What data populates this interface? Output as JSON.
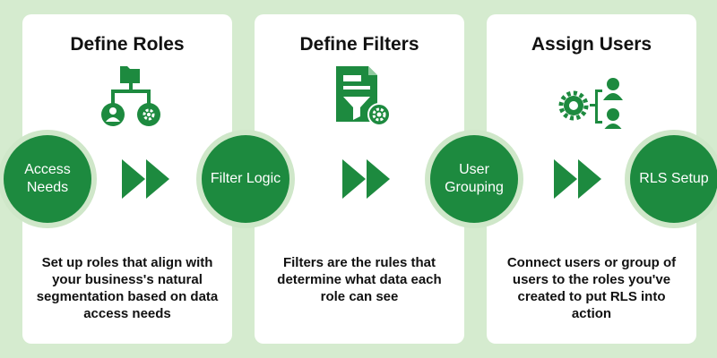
{
  "colors": {
    "background": "#d5ebcf",
    "card": "#ffffff",
    "accent": "#1d8a3f",
    "text": "#111111"
  },
  "stages": [
    {
      "title": "Define Roles",
      "icon": "roles-hierarchy-icon",
      "description": "Set up roles that align with your business's natural segmentation based on data access needs"
    },
    {
      "title": "Define Filters",
      "icon": "document-filter-icon",
      "description": "Filters are the rules that determine what data each role can see"
    },
    {
      "title": "Assign Users",
      "icon": "gear-users-icon",
      "description": "Connect users or group of users to the roles you've created to put RLS into action"
    }
  ],
  "nodes": [
    {
      "label": "Access Needs"
    },
    {
      "label": "Filter Logic"
    },
    {
      "label": "User Grouping"
    },
    {
      "label": "RLS Setup"
    }
  ],
  "connector_icon": "fast-forward-icon"
}
